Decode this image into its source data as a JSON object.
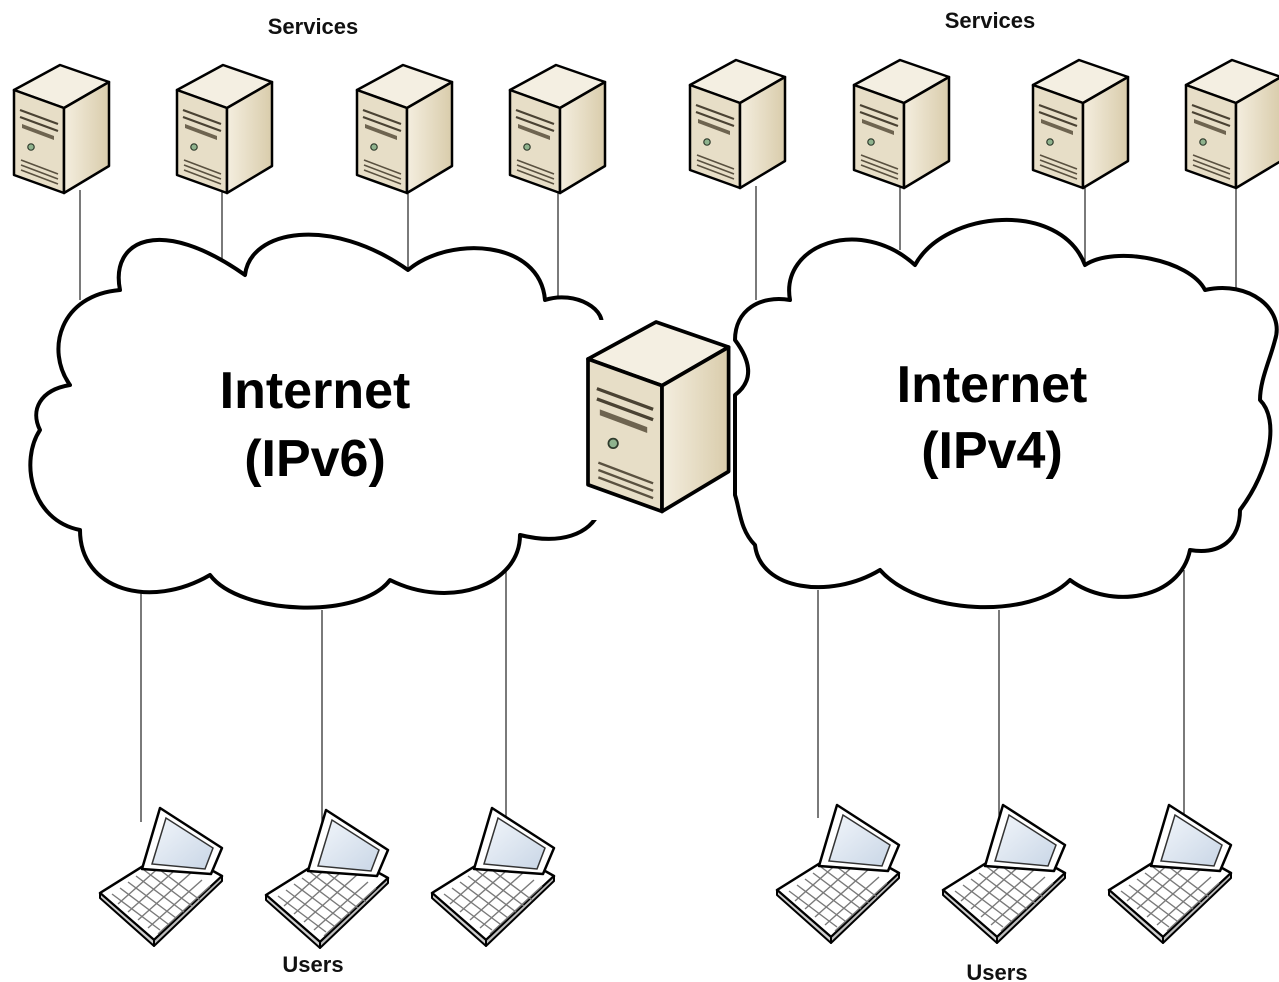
{
  "networks": [
    {
      "id": "ipv6",
      "services_label": "Services",
      "cloud_line1": "Internet",
      "cloud_line2": "(IPv6)",
      "users_label": "Users",
      "server_count": 4,
      "user_count": 3
    },
    {
      "id": "ipv4",
      "services_label": "Services",
      "cloud_line1": "Internet",
      "cloud_line2": "(IPv4)",
      "users_label": "Users",
      "server_count": 4,
      "user_count": 3
    }
  ],
  "gateway": {
    "icon": "server-icon"
  },
  "colors": {
    "server_front": "#e6dcc4",
    "server_side": "#bfae86",
    "server_top": "#f3ecdb",
    "laptop_screen": "#dde6f1",
    "line": "#333333"
  }
}
